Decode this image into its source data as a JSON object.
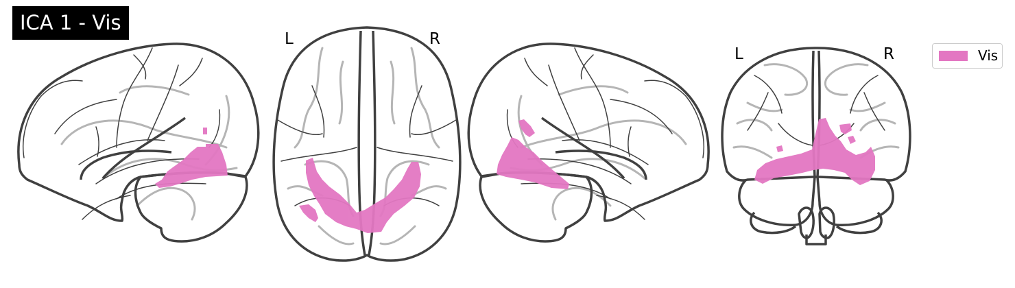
{
  "title": "ICA 1 - Vis",
  "legend": {
    "label": "Vis",
    "color": "#e377c2"
  },
  "views": {
    "axial": {
      "left": "L",
      "right": "R"
    },
    "coronal": {
      "left": "L",
      "right": "R"
    }
  },
  "colors": {
    "outline": "#404040",
    "fold": "#b5b5b5",
    "activation": "#e377c2"
  }
}
